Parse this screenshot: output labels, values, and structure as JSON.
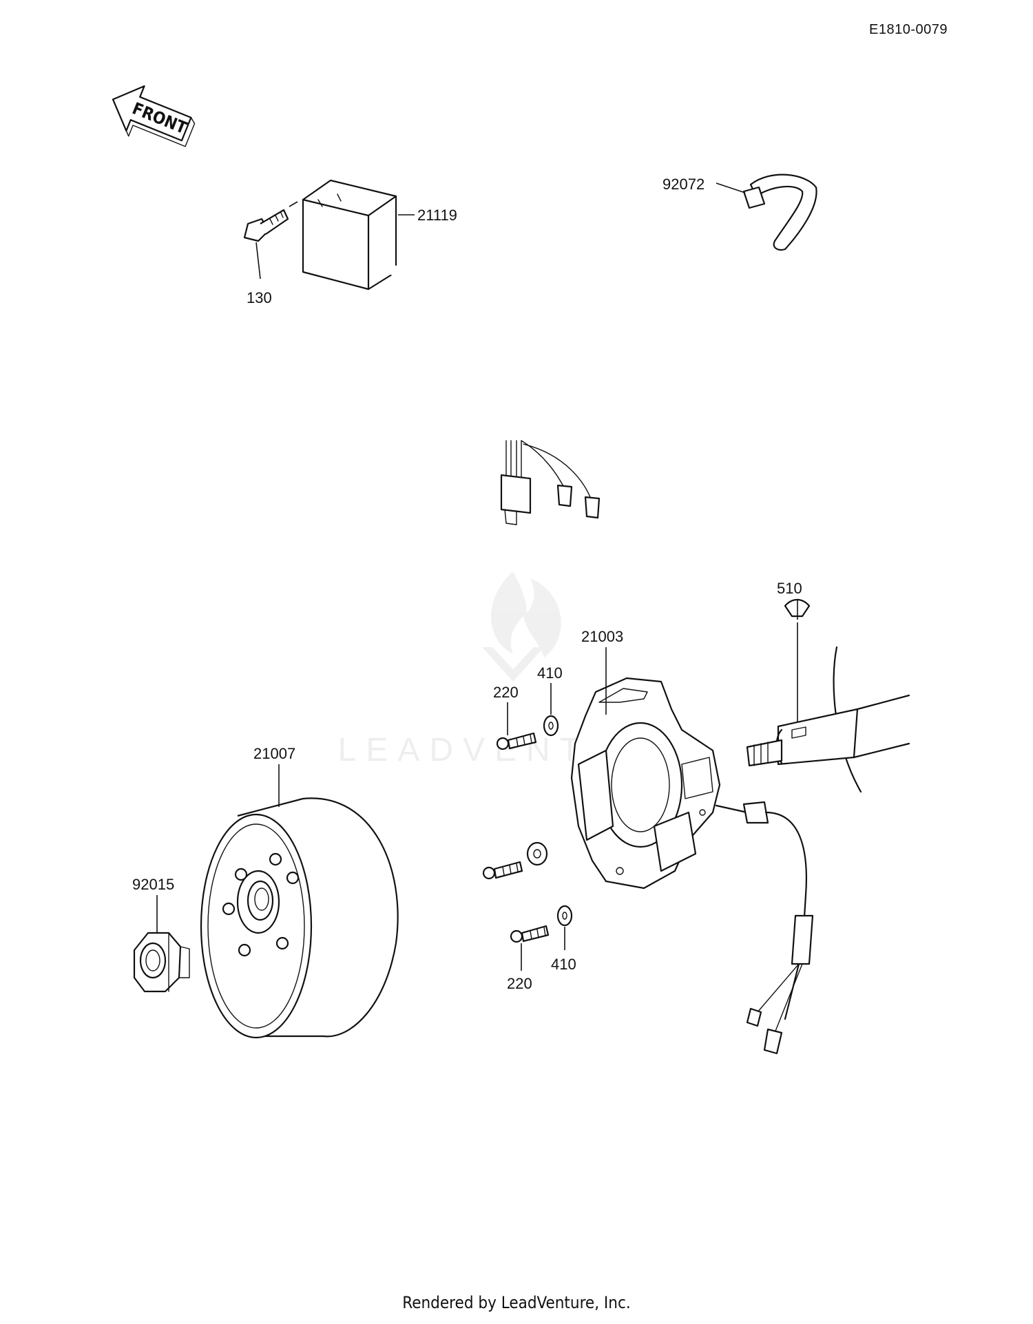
{
  "doc_id": "E1810-0079",
  "front_badge": "FRONT",
  "watermark": "LEADVENTURE",
  "footer": "Rendered by LeadVenture, Inc.",
  "parts": {
    "p21119": "21119",
    "p130": "130",
    "p92072": "92072",
    "p510": "510",
    "p21003": "21003",
    "p220a": "220",
    "p410a": "410",
    "p21007": "21007",
    "p92015": "92015",
    "p220b": "220",
    "p410b": "410"
  },
  "icons": {
    "front": "front-arrow-icon",
    "watermark": "flame-logo-icon"
  }
}
